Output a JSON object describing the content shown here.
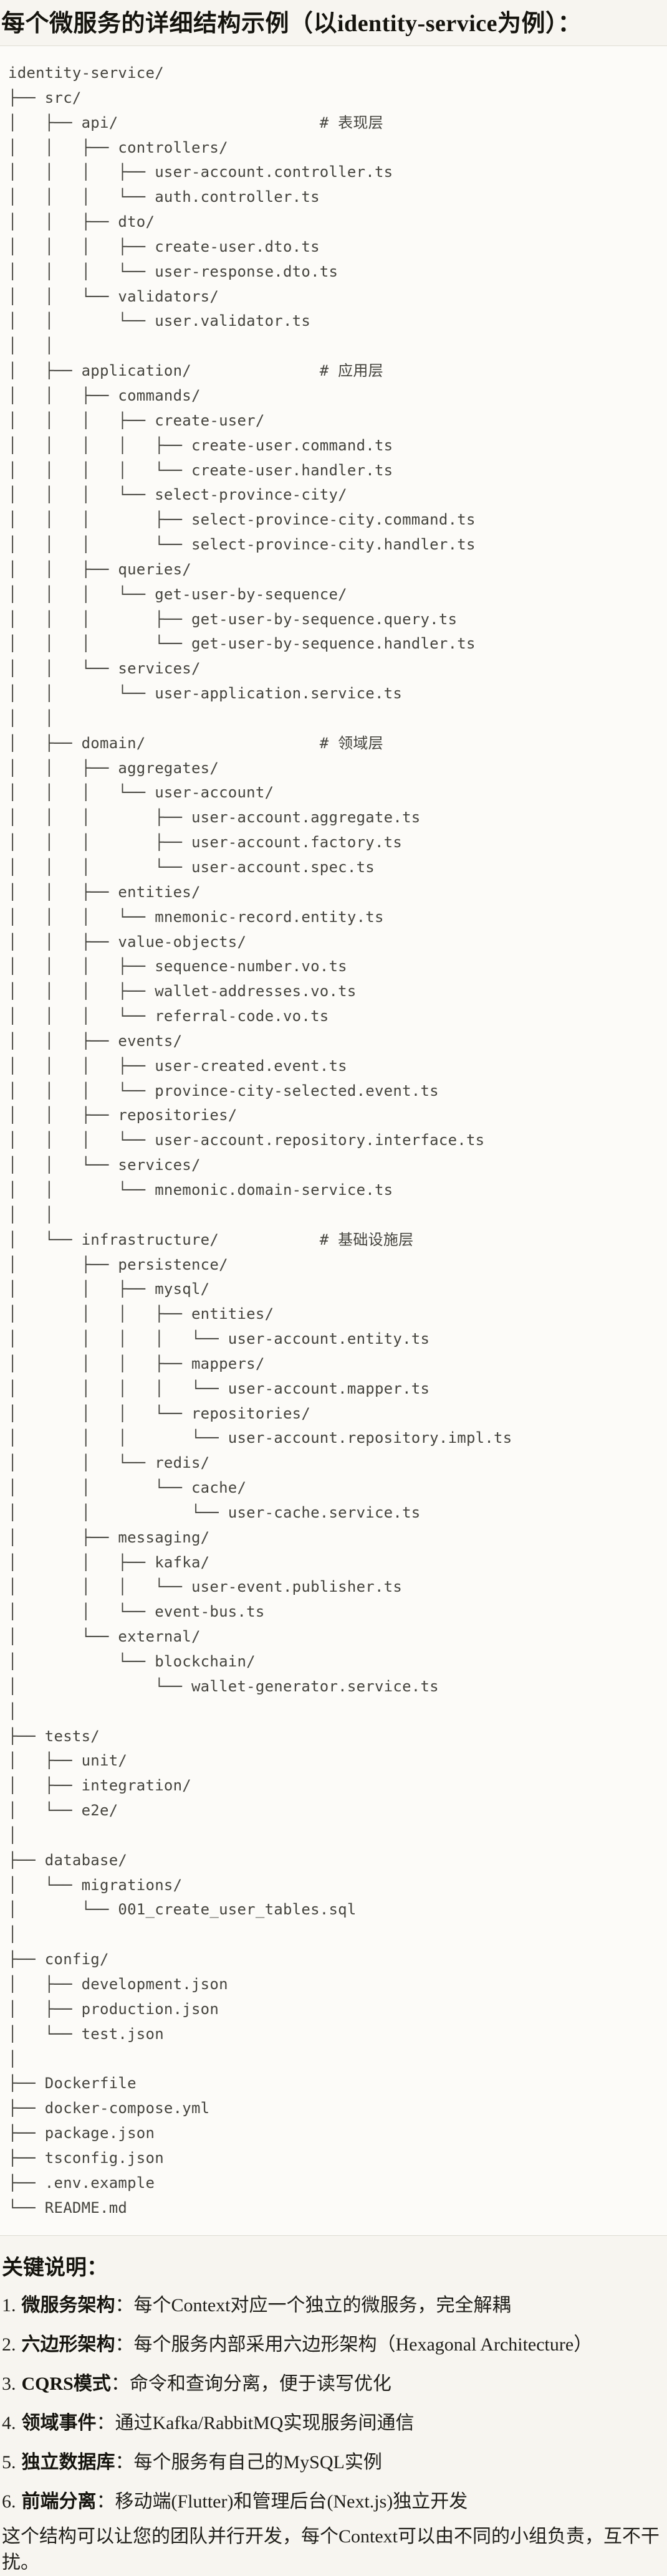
{
  "page": {
    "title": "每个微服务的详细结构示例（以identity-service为例）：",
    "colors": {
      "page_background": "#F7F5F0",
      "code_background": "#FCFBF8",
      "code_border": "#DEDCD4",
      "code_text": "#45443E",
      "body_text": "#1F1E19"
    },
    "code_block": {
      "language": "plaintext",
      "lines": [
        "identity-service/",
        "├── src/",
        "│   ├── api/                      # 表现层",
        "│   │   ├── controllers/",
        "│   │   │   ├── user-account.controller.ts",
        "│   │   │   └── auth.controller.ts",
        "│   │   ├── dto/",
        "│   │   │   ├── create-user.dto.ts",
        "│   │   │   └── user-response.dto.ts",
        "│   │   └── validators/",
        "│   │       └── user.validator.ts",
        "│   │",
        "│   ├── application/              # 应用层",
        "│   │   ├── commands/",
        "│   │   │   ├── create-user/",
        "│   │   │   │   ├── create-user.command.ts",
        "│   │   │   │   └── create-user.handler.ts",
        "│   │   │   └── select-province-city/",
        "│   │   │       ├── select-province-city.command.ts",
        "│   │   │       └── select-province-city.handler.ts",
        "│   │   ├── queries/",
        "│   │   │   └── get-user-by-sequence/",
        "│   │   │       ├── get-user-by-sequence.query.ts",
        "│   │   │       └── get-user-by-sequence.handler.ts",
        "│   │   └── services/",
        "│   │       └── user-application.service.ts",
        "│   │",
        "│   ├── domain/                   # 领域层",
        "│   │   ├── aggregates/",
        "│   │   │   └── user-account/",
        "│   │   │       ├── user-account.aggregate.ts",
        "│   │   │       ├── user-account.factory.ts",
        "│   │   │       └── user-account.spec.ts",
        "│   │   ├── entities/",
        "│   │   │   └── mnemonic-record.entity.ts",
        "│   │   ├── value-objects/",
        "│   │   │   ├── sequence-number.vo.ts",
        "│   │   │   ├── wallet-addresses.vo.ts",
        "│   │   │   └── referral-code.vo.ts",
        "│   │   ├── events/",
        "│   │   │   ├── user-created.event.ts",
        "│   │   │   └── province-city-selected.event.ts",
        "│   │   ├── repositories/",
        "│   │   │   └── user-account.repository.interface.ts",
        "│   │   └── services/",
        "│   │       └── mnemonic.domain-service.ts",
        "│   │",
        "│   └── infrastructure/           # 基础设施层",
        "│       ├── persistence/",
        "│       │   ├── mysql/",
        "│       │   │   ├── entities/",
        "│       │   │   │   └── user-account.entity.ts",
        "│       │   │   ├── mappers/",
        "│       │   │   │   └── user-account.mapper.ts",
        "│       │   │   └── repositories/",
        "│       │   │       └── user-account.repository.impl.ts",
        "│       │   └── redis/",
        "│       │       └── cache/",
        "│       │           └── user-cache.service.ts",
        "│       ├── messaging/",
        "│       │   ├── kafka/",
        "│       │   │   └── user-event.publisher.ts",
        "│       │   └── event-bus.ts",
        "│       └── external/",
        "│           └── blockchain/",
        "│               └── wallet-generator.service.ts",
        "│",
        "├── tests/",
        "│   ├── unit/",
        "│   ├── integration/",
        "│   └── e2e/",
        "│",
        "├── database/",
        "│   └── migrations/",
        "│       └── 001_create_user_tables.sql",
        "│",
        "├── config/",
        "│   ├── development.json",
        "│   ├── production.json",
        "│   └── test.json",
        "│",
        "├── Dockerfile",
        "├── docker-compose.yml",
        "├── package.json",
        "├── tsconfig.json",
        "├── .env.example",
        "└── README.md"
      ]
    },
    "notes": {
      "heading": "关键说明：",
      "items": [
        {
          "num": "1.",
          "term": "微服务架构",
          "desc": "：每个Context对应一个独立的微服务，完全解耦"
        },
        {
          "num": "2.",
          "term": "六边形架构",
          "desc": "：每个服务内部采用六边形架构（Hexagonal Architecture）"
        },
        {
          "num": "3.",
          "term": "CQRS模式",
          "desc": "：命令和查询分离，便于读写优化"
        },
        {
          "num": "4.",
          "term": "领域事件",
          "desc": "：通过Kafka/RabbitMQ实现服务间通信"
        },
        {
          "num": "5.",
          "term": "独立数据库",
          "desc": "：每个服务有自己的MySQL实例"
        },
        {
          "num": "6.",
          "term": "前端分离",
          "desc": "：移动端(Flutter)和管理后台(Next.js)独立开发"
        }
      ],
      "footer": "这个结构可以让您的团队并行开发，每个Context可以由不同的小组负责，互不干扰。"
    }
  }
}
